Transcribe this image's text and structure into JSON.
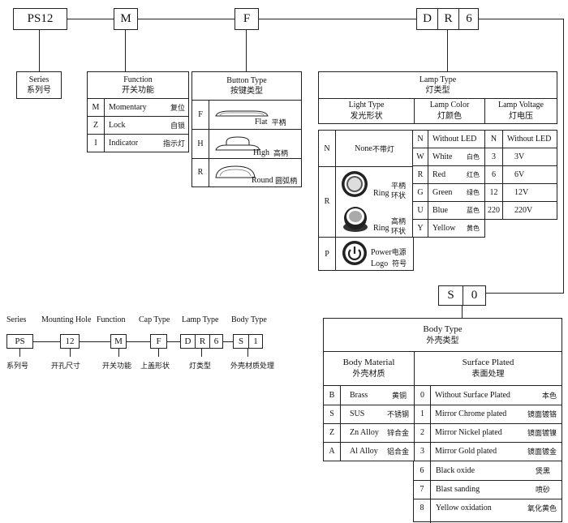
{
  "top_codes": {
    "series": "PS12",
    "function": "M",
    "button": "F",
    "lamp": [
      "D",
      "R",
      "6"
    ],
    "body": [
      "S",
      "0"
    ]
  },
  "series_box": {
    "en": "Series",
    "cn": "系列号"
  },
  "function_table": {
    "title_en": "Function",
    "title_cn": "开关功能",
    "rows": [
      {
        "code": "M",
        "en": "Momentary",
        "cn": "复位"
      },
      {
        "code": "Z",
        "en": "Lock",
        "cn": "自锁"
      },
      {
        "code": "I",
        "en": "Indicator",
        "cn": "指示灯"
      }
    ]
  },
  "button_table": {
    "title_en": "Button  Type",
    "title_cn": "按键类型",
    "rows": [
      {
        "code": "F",
        "en": "Flat",
        "cn": "平柄"
      },
      {
        "code": "H",
        "en": "High",
        "cn": "高柄"
      },
      {
        "code": "R",
        "en": "Round",
        "cn": "圆弧柄"
      }
    ]
  },
  "lamp_table": {
    "title_en": "Lamp   Type",
    "title_cn": "灯类型",
    "light_header_en": "Light Type",
    "light_header_cn": "发光形状",
    "color_header_en": "Lamp  Color",
    "color_header_cn": "灯颜色",
    "volt_header_en": "Lamp Voltage",
    "volt_header_cn": "灯电压",
    "light_rows": [
      {
        "code": "N",
        "items": [
          {
            "en": "None",
            "cn": "不带灯"
          }
        ]
      },
      {
        "code": "R",
        "items": [
          {
            "en": "Ring",
            "cn1": "平柄",
            "cn2": "环状"
          },
          {
            "en": "Ring",
            "cn1": "高柄",
            "cn2": "环状"
          }
        ]
      },
      {
        "code": "P",
        "items": [
          {
            "en1": "Power",
            "en2": "Logo",
            "cn1": "电源",
            "cn2": "符号"
          }
        ]
      }
    ],
    "colors": [
      {
        "code": "N",
        "en": "Without LED",
        "cn": ""
      },
      {
        "code": "W",
        "en": "White",
        "cn": "白色"
      },
      {
        "code": "R",
        "en": "Red",
        "cn": "红色"
      },
      {
        "code": "G",
        "en": "Green",
        "cn": "绿色"
      },
      {
        "code": "U",
        "en": "Blue",
        "cn": "蓝色"
      },
      {
        "code": "Y",
        "en": "Yellow",
        "cn": "黄色"
      }
    ],
    "voltages": [
      {
        "code": "N",
        "value": "Without LED"
      },
      {
        "code": "3",
        "value": "3V"
      },
      {
        "code": "6",
        "value": "6V"
      },
      {
        "code": "12",
        "value": "12V"
      },
      {
        "code": "220",
        "value": "220V"
      }
    ]
  },
  "example": {
    "labels": {
      "series": "Series",
      "hole": "Mounting Hole",
      "function": "Function",
      "cap": "Cap Type",
      "lamp": "Lamp   Type",
      "body": "Body Type"
    },
    "codes": {
      "series": "PS",
      "hole": "12",
      "function": "M",
      "cap": "F",
      "lamp": [
        "D",
        "R",
        "6"
      ],
      "body": [
        "S",
        "1"
      ]
    },
    "cn": {
      "series": "系列号",
      "hole": "开孔尺寸",
      "function": "开关功能",
      "cap": "上盖形状",
      "lamp": "灯类型",
      "body": "外壳材质处理"
    }
  },
  "body_table": {
    "title_en": "Body Type",
    "title_cn": "外壳类型",
    "material_header_en": "Body Material",
    "material_header_cn": "外壳材质",
    "surface_header_en": "Surface  Plated",
    "surface_header_cn": "表面处理",
    "materials": [
      {
        "code": "B",
        "en": "Brass",
        "cn": "黄铜"
      },
      {
        "code": "S",
        "en": "SUS",
        "cn": "不锈钢"
      },
      {
        "code": "Z",
        "en": "Zn Alloy",
        "cn": "锌合金"
      },
      {
        "code": "A",
        "en": "Al Alloy",
        "cn": "铝合金"
      }
    ],
    "surfaces": [
      {
        "code": "0",
        "en": "Without Surface Plated",
        "cn": "本色"
      },
      {
        "code": "1",
        "en": "Mirror Chrome plated",
        "cn": "镜面镀铬"
      },
      {
        "code": "2",
        "en": "Mirror Nickel plated",
        "cn": "镜面镀镍"
      },
      {
        "code": "3",
        "en": "Mirror Gold plated",
        "cn": "镜面镀金"
      },
      {
        "code": "6",
        "en": "Black oxide",
        "cn": "煲黑"
      },
      {
        "code": "7",
        "en": "Blast sanding",
        "cn": "喷砂"
      },
      {
        "code": "8",
        "en": "Yellow oxidation",
        "cn": "氧化黄色"
      }
    ]
  }
}
